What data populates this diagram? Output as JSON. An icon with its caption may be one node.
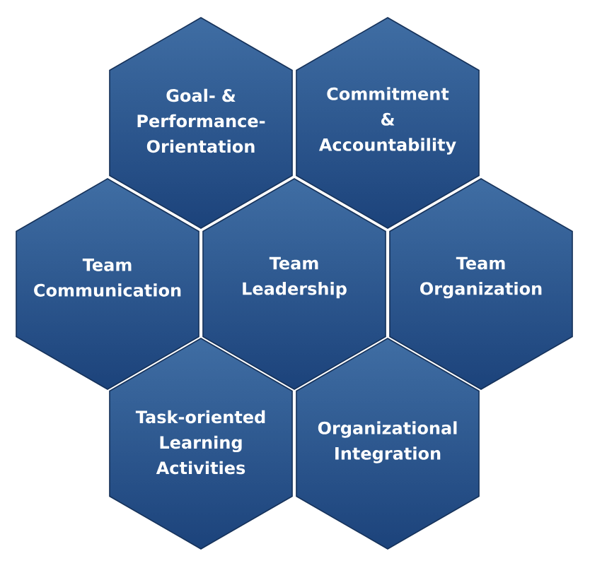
{
  "diagram": {
    "nodes": [
      {
        "text": [
          "Goal- & Performance-Orientation"
        ]
      },
      {
        "text": [
          "Commitment & Accountability"
        ]
      },
      {
        "text": [
          "Team Communication"
        ]
      },
      {
        "text": [
          "Team Leadership"
        ]
      },
      {
        "text": [
          "Team Organization"
        ]
      },
      {
        "text": [
          "Task-oriented Learning Activities"
        ]
      },
      {
        "text": [
          "Organizational Integration"
        ]
      }
    ]
  }
}
